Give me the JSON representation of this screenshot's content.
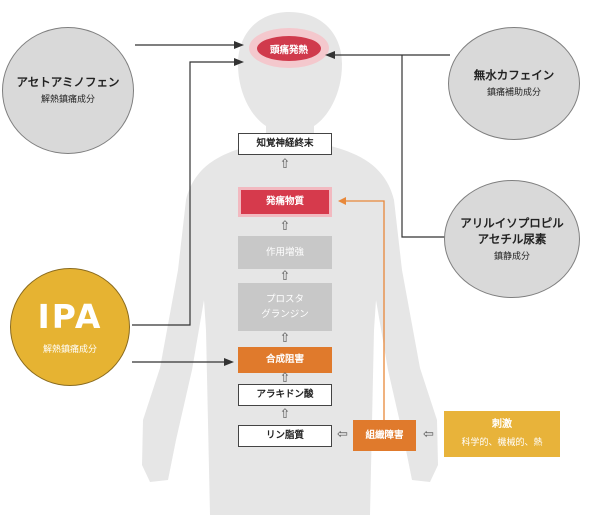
{
  "head": {
    "label": "頭痛発熱"
  },
  "left_top": {
    "title": "アセトアミノフェン",
    "subtitle": "解熱鎮痛成分"
  },
  "ipa": {
    "title": "IPA",
    "subtitle": "解熱鎮痛成分"
  },
  "right_top": {
    "title": "無水カフェイン",
    "subtitle": "鎮痛補助成分"
  },
  "right_mid": {
    "title": "アリルイソプロピル\nアセチル尿素",
    "subtitle": "鎮静成分"
  },
  "chain": {
    "sensory_nerve": "知覚神経終末",
    "pain_substance": "発痛物質",
    "action_enhance": "作用増強",
    "prostaglandin": "プロスタ\nグランジン",
    "synthesis_inhibition": "合成阻害",
    "arachidonic_acid": "アラキドン酸",
    "phospholipid": "リン脂質",
    "tissue_damage": "組織障害"
  },
  "stimulus": {
    "title": "刺激",
    "subtitle": "科学的、機械的、熱"
  },
  "colors": {
    "red": "#d63a4c",
    "orange": "#e07a2c",
    "gold": "#e8b33a",
    "gray_box": "#c8c8c8",
    "circle_gray": "#d9d9d9",
    "silhouette": "#e6e6e6"
  }
}
